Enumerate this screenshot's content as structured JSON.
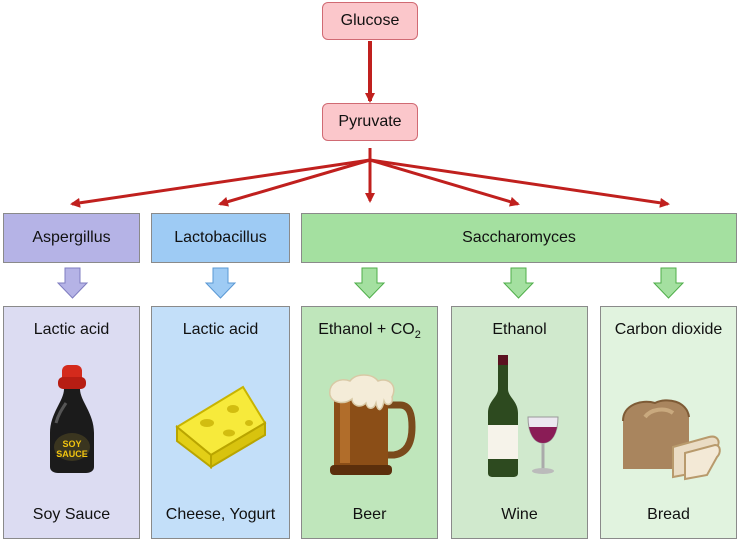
{
  "nodes": {
    "glucose": "Glucose",
    "pyruvate": "Pyruvate"
  },
  "organisms": [
    {
      "label": "Aspergillus",
      "color": "#b5b3e6"
    },
    {
      "label": "Lactobacillus",
      "color": "#9ecbf4"
    },
    {
      "label": "Saccharomyces",
      "color": "#a4e0a0"
    }
  ],
  "products": [
    {
      "product": "Lactic acid",
      "food": "Soy Sauce",
      "icon": "soy-sauce-bottle-icon",
      "bottle_text": "SOY SAUCE",
      "color": "#dcdcf2"
    },
    {
      "product": "Lactic acid",
      "food": "Cheese, Yogurt",
      "icon": "cheese-wedge-icon",
      "color": "#c3dff9"
    },
    {
      "product_main": "Ethanol + CO",
      "product_sub": "2",
      "food": "Beer",
      "icon": "beer-mug-icon",
      "color": "#bfe6bb"
    },
    {
      "product": "Ethanol",
      "food": "Wine",
      "icon": "wine-bottle-and-glass-icon",
      "color": "#d0e9cd"
    },
    {
      "product": "Carbon dioxide",
      "food": "Bread",
      "icon": "bread-loaf-icon",
      "color": "#e1f3df"
    }
  ],
  "colors": {
    "red_arrow": "#c0201e",
    "top_node_fill": "#fbc7cb",
    "purple_arrow": "#b5b3e6",
    "blue_arrow": "#9ecbf4",
    "green_arrow": "#a4e0a0"
  }
}
